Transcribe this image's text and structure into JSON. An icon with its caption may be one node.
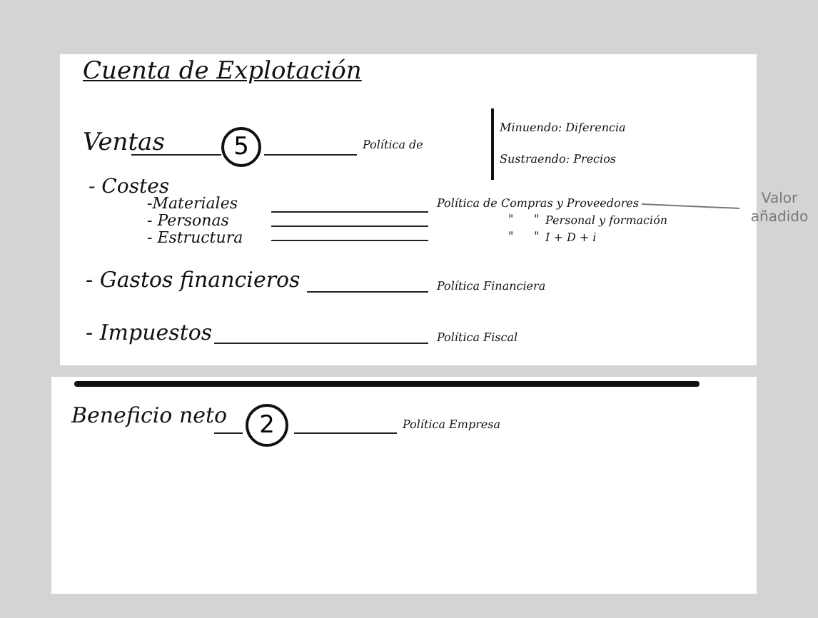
{
  "diagram": {
    "title": "Cuenta de Explotación",
    "nodes": [
      {
        "text": [
          "5"
        ]
      },
      {
        "text": [
          "2"
        ]
      },
      {
        "text": [
          "Valor añadido"
        ]
      },
      {
        "text": [
          "Política de Compras y Proveedores"
        ]
      }
    ],
    "edges": [
      {
        "from": 2,
        "to": 3,
        "arrow": "none"
      }
    ],
    "labels": [
      "Ventas",
      "Política de",
      "Minuendo: Diferencia",
      "Sustraendo: Precios",
      "- Costes",
      "-Materiales",
      "- Personas",
      "\"",
      "\"",
      "Personal y formación",
      "- Estructura",
      "\"",
      "\"",
      "I + D + i",
      "- Gastos financieros",
      "Política Financiera",
      "- Impuestos",
      "Política Fiscal",
      "Beneficio neto",
      "Política Empresa"
    ]
  }
}
